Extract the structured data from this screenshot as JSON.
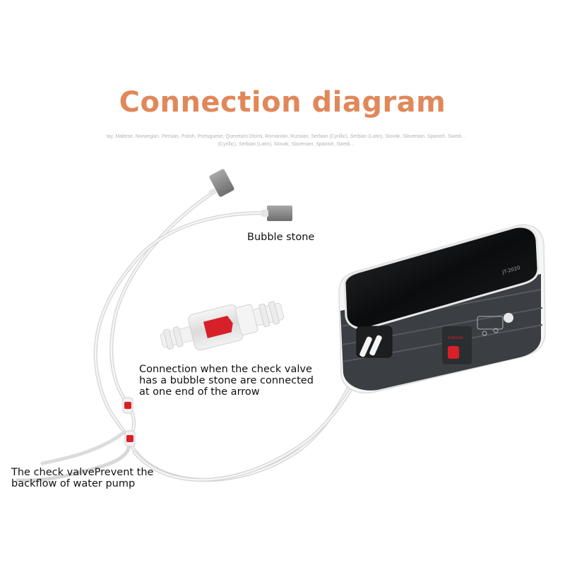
{
  "title": "Connection diagram",
  "subtitle": "lay, Maltese, Norwegian, Persian, Polish, Portuguese, Queretaro Otomi, Romanian, Russian, Serbian (Cyrillic), Serbian (Latin), Slovak, Slovenian, Spanish, Swedi...(Cyrillic), Serbian (Latin), Slovak, Slovenian, Spanish, Swedi...",
  "colors": {
    "title": "#e0885a",
    "tube": "#e6e6e6",
    "pump_body": "#3b3e42",
    "pump_face": "#101214",
    "pump_shell": "#f4f4f4",
    "valve_red": "#d8202a",
    "stone": "#8e8e8e"
  },
  "labels": {
    "bubble_stone": "Bubble stone",
    "connection": [
      "Connection when the check valve",
      "has a bubble stone are connected",
      "at one end of the arrow"
    ],
    "check_valve": [
      "The check valvePrevent the",
      "backflow of water pump"
    ]
  },
  "pump": {
    "model": "JT-2020",
    "brand": "SUNSUN"
  }
}
